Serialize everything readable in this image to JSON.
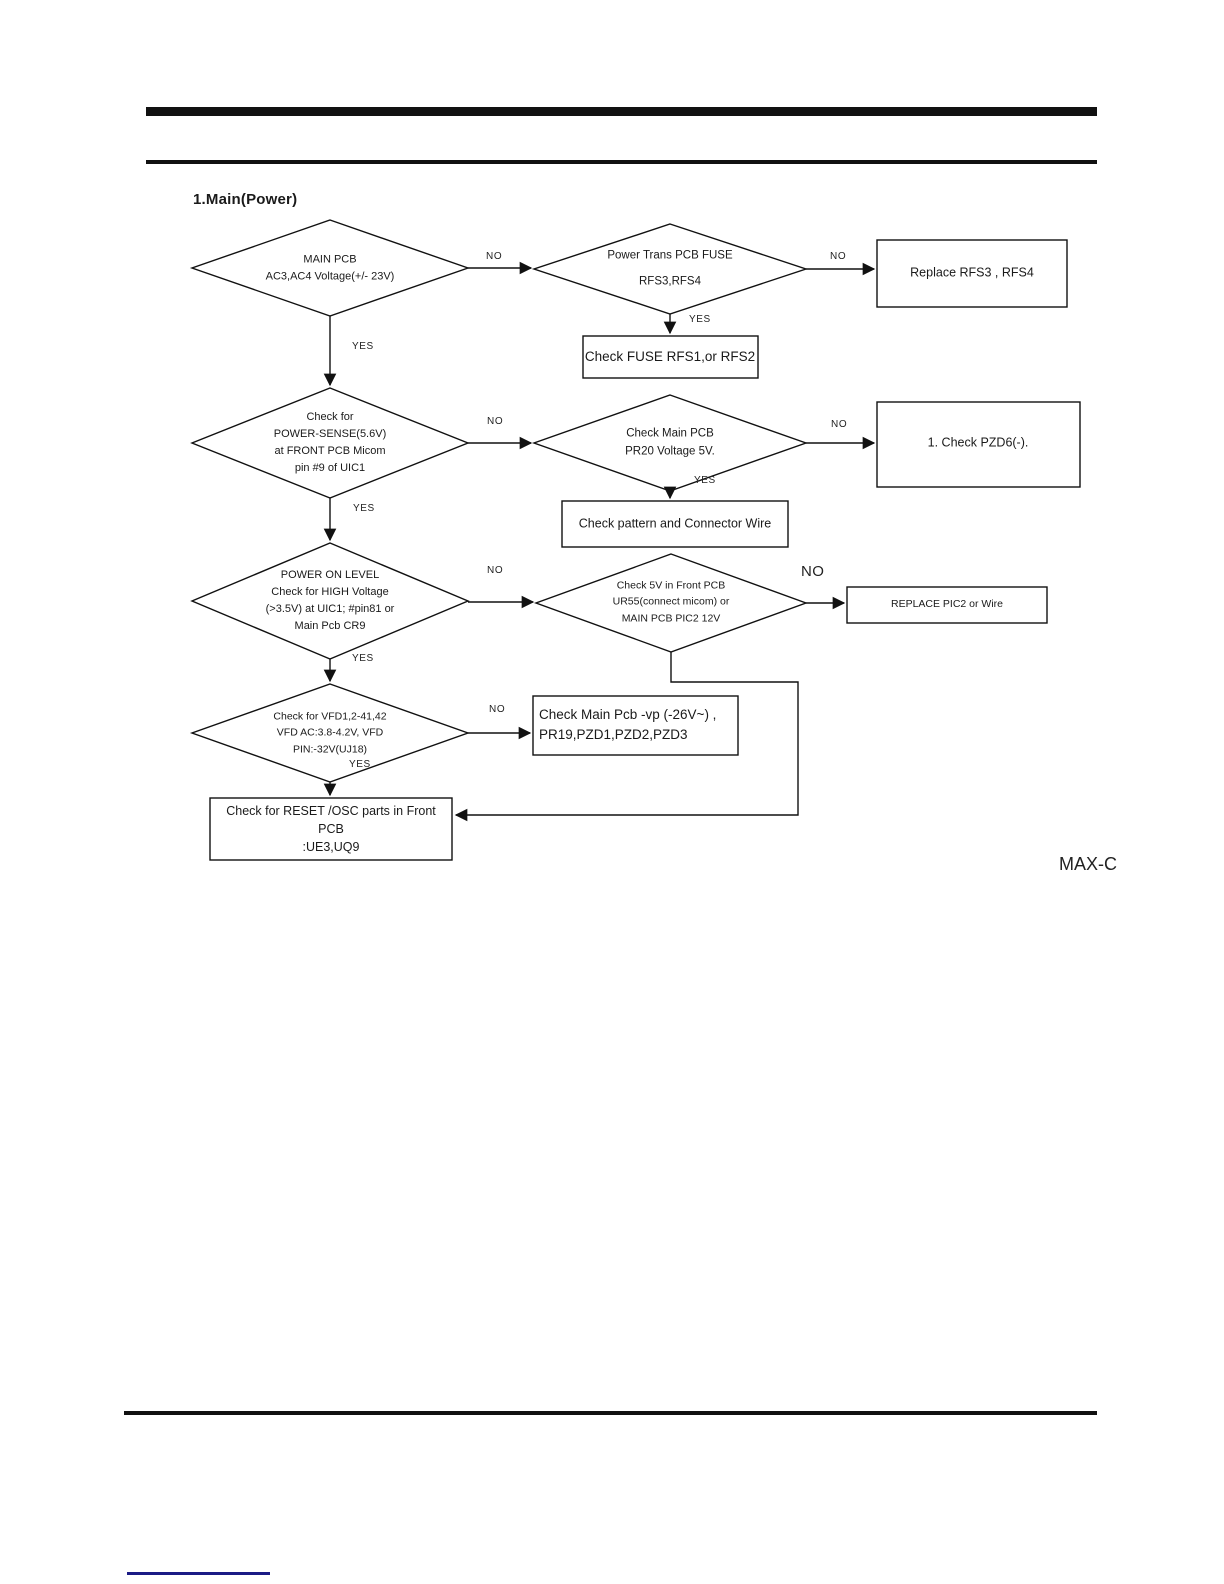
{
  "page": {
    "title": "1.Main(Power)",
    "corner_text": "MAX-C"
  },
  "colors": {
    "line": "#111111",
    "link_underline": "#1b1b85"
  },
  "flowchart": {
    "nodes": {
      "main_pcb": {
        "type": "decision",
        "text": "MAIN PCB\nAC3,AC4 Voltage(+/- 23V)"
      },
      "power_trans_fuse": {
        "type": "decision",
        "text": "Power Trans PCB FUSE\nRFS3,RFS4"
      },
      "replace_rfs": {
        "type": "process",
        "text": "Replace RFS3 , RFS4"
      },
      "check_fuse": {
        "type": "process",
        "text": "Check  FUSE RFS1,or RFS2"
      },
      "power_sense": {
        "type": "decision",
        "text": "Check for\nPOWER-SENSE(5.6V)\nat FRONT PCB Micom\npin #9 of UIC1"
      },
      "pr20": {
        "type": "decision",
        "text": "Check Main PCB\nPR20 Voltage 5V."
      },
      "pzd6": {
        "type": "process",
        "text": "1. Check  PZD6(-)."
      },
      "pattern_wire": {
        "type": "process",
        "text": "Check pattern and Connector Wire"
      },
      "power_on_level": {
        "type": "decision",
        "text": "POWER ON LEVEL\nCheck for HIGH Voltage\n(>3.5V) at UIC1; #pin81 or\nMain Pcb CR9"
      },
      "front_5v": {
        "type": "decision",
        "text": "Check 5V in Front PCB\nUR55(connect micom) or\nMAIN PCB PIC2 12V"
      },
      "replace_pic2": {
        "type": "process",
        "text": "REPLACE PIC2 or Wire"
      },
      "vfd": {
        "type": "decision",
        "text": "Check for VFD1,2-41,42\nVFD AC:3.8-4.2V, VFD\nPIN:-32V(UJ18)"
      },
      "vp_check": {
        "type": "process",
        "text": "Check Main Pcb -vp (-26V~) ,\nPR19,PZD1,PZD2,PZD3"
      },
      "reset_osc": {
        "type": "process",
        "text": "Check for RESET /OSC parts in Front\nPCB\n:UE3,UQ9"
      }
    },
    "edge_labels": {
      "no_main_to_trans": "NO",
      "no_trans_to_replace": "NO",
      "yes_trans_down": "YES",
      "yes_main_down": "YES",
      "no_sense_to_pr20": "NO",
      "no_pr20_to_pzd6": "NO",
      "yes_pr20_down": "YES",
      "yes_sense_down": "YES",
      "no_poweron_to_5v": "NO",
      "no_5v_to_pic2": "NO",
      "yes_poweron_down": "YES",
      "no_vfd_to_vp": "NO",
      "yes_vfd_down": "YES"
    }
  }
}
